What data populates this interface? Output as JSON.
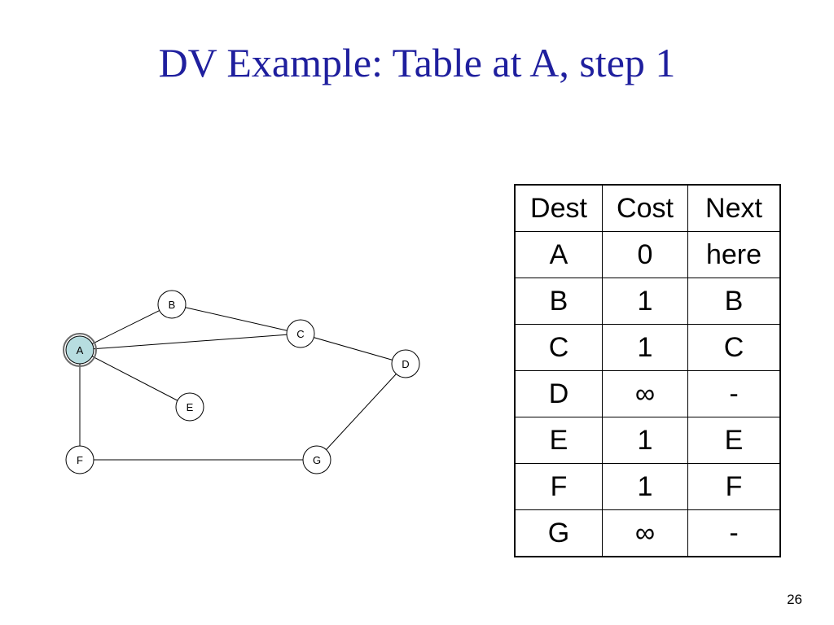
{
  "slide": {
    "title": "DV Example: Table at A, step 1",
    "page_number": "26"
  },
  "graph": {
    "nodes": [
      {
        "id": "A",
        "label": "A",
        "highlighted": true
      },
      {
        "id": "B",
        "label": "B"
      },
      {
        "id": "C",
        "label": "C"
      },
      {
        "id": "D",
        "label": "D"
      },
      {
        "id": "E",
        "label": "E"
      },
      {
        "id": "F",
        "label": "F"
      },
      {
        "id": "G",
        "label": "G"
      }
    ],
    "edges": [
      [
        "A",
        "B"
      ],
      [
        "A",
        "C"
      ],
      [
        "A",
        "E"
      ],
      [
        "A",
        "F"
      ],
      [
        "B",
        "C"
      ],
      [
        "C",
        "D"
      ],
      [
        "D",
        "G"
      ],
      [
        "F",
        "G"
      ]
    ],
    "colors": {
      "highlight_fill": "#b7dde0",
      "node_fill": "#ffffff",
      "stroke": "#000000"
    }
  },
  "table": {
    "headers": [
      "Dest",
      "Cost",
      "Next"
    ],
    "rows": [
      [
        "A",
        "0",
        "here"
      ],
      [
        "B",
        "1",
        "B"
      ],
      [
        "C",
        "1",
        "C"
      ],
      [
        "D",
        "∞",
        "-"
      ],
      [
        "E",
        "1",
        "E"
      ],
      [
        "F",
        "1",
        "F"
      ],
      [
        "G",
        "∞",
        "-"
      ]
    ]
  },
  "colors": {
    "title": "#1f1f9e"
  }
}
